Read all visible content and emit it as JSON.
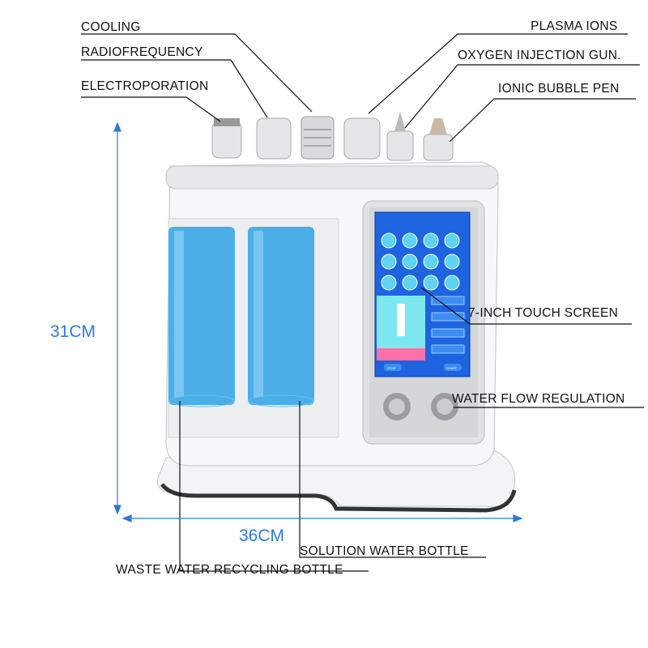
{
  "labels": {
    "cooling": "COOLING",
    "radiofrequency": "RADIOFREQUENCY",
    "electroporation": "ELECTROPORATION",
    "plasma_ions": "PLASMA IONS",
    "oxygen_gun": "OXYGEN INJECTION GUN.",
    "ionic_bubble_pen": "IONIC BUBBLE PEN",
    "touch_screen": "7-INCH TOUCH SCREEN",
    "water_flow": "WATER FLOW REGULATION",
    "solution_bottle": "SOLUTION WATER BOTTLE",
    "waste_bottle": "WASTE WATER RECYCLING BOTTLE"
  },
  "dimensions": {
    "height": "31CM",
    "width": "36CM"
  },
  "screen": {
    "stop": "STOP",
    "start": "START"
  },
  "colors": {
    "dimension": "#2f7ad6",
    "bottle": "#3aa6e6",
    "screen": "#1e63e0"
  }
}
